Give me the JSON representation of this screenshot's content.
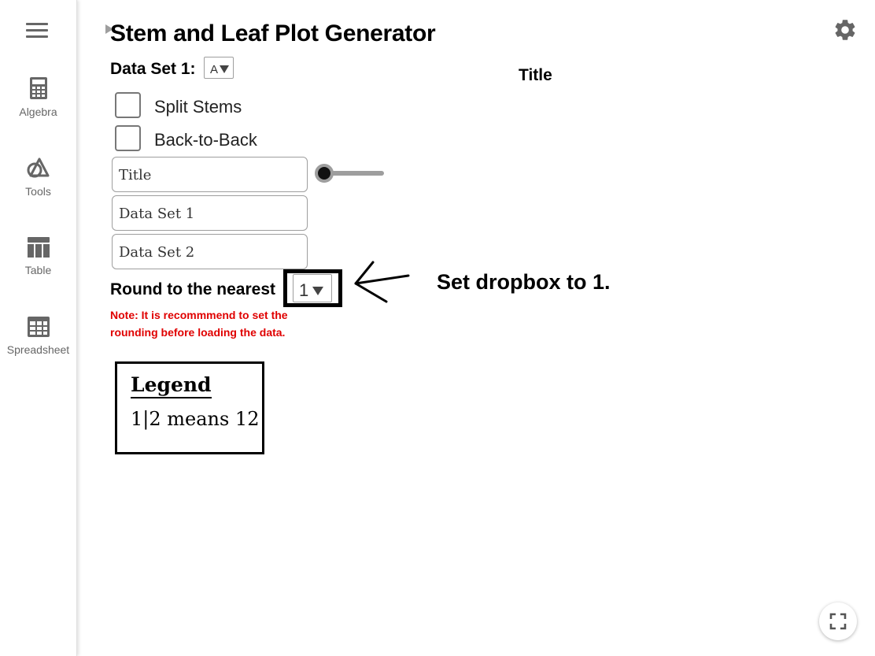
{
  "sidebar": {
    "items": [
      {
        "label": "Algebra",
        "icon": "calculator-icon"
      },
      {
        "label": "Tools",
        "icon": "shapes-icon"
      },
      {
        "label": "Table",
        "icon": "table-icon"
      },
      {
        "label": "Spreadsheet",
        "icon": "spreadsheet-icon"
      }
    ]
  },
  "app": {
    "title": "Stem and Leaf Plot Generator",
    "graph_title": "Title",
    "data_set_label": "Data Set 1:",
    "data_set_value": "A",
    "checkboxes": [
      {
        "label": "Split Stems",
        "checked": false
      },
      {
        "label": "Back-to-Back",
        "checked": false
      }
    ],
    "inputs": [
      {
        "label": "Title"
      },
      {
        "label": "Data Set 1"
      },
      {
        "label": "Data Set 2"
      }
    ],
    "slider_value": 0,
    "round_label": "Round to the nearest",
    "round_value": "1",
    "instruction": "Set dropbox to 1.",
    "note": "Note: It is recommmend to set the rounding before loading the data.",
    "legend": {
      "title": "Legend",
      "text": "1|2 means 12"
    }
  },
  "colors": {
    "note": "#e00000",
    "sidebar_text": "#666666",
    "border": "#9e9e9e"
  }
}
